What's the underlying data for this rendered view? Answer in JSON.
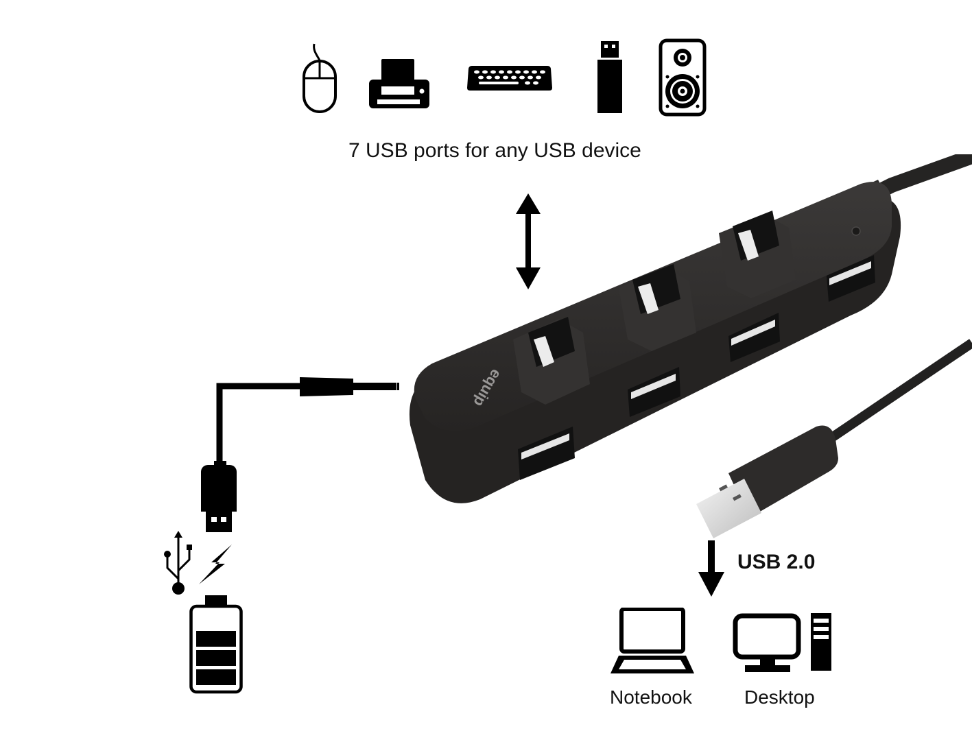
{
  "top": {
    "caption": "7 USB ports for any USB device",
    "devices": [
      {
        "name": "mouse",
        "icon": "mouse-icon"
      },
      {
        "name": "printer",
        "icon": "printer-icon"
      },
      {
        "name": "keyboard",
        "icon": "keyboard-icon"
      },
      {
        "name": "usb-flash-drive",
        "icon": "usb-flash-drive-icon"
      },
      {
        "name": "speaker",
        "icon": "speaker-icon"
      }
    ]
  },
  "hub": {
    "brand": "equip",
    "port_count": 7,
    "body_color": "#2f2d2c"
  },
  "power": {
    "icons": [
      "usb-symbol-icon",
      "lightning-icon",
      "battery-icon"
    ]
  },
  "connection": {
    "label": "USB 2.0"
  },
  "hosts": [
    {
      "label": "Notebook",
      "icon": "laptop-icon"
    },
    {
      "label": "Desktop",
      "icon": "desktop-icon"
    }
  ],
  "colors": {
    "icon": "#000000",
    "text": "#111111",
    "hub_body": "#2f2d2c",
    "hub_top": "#3a3837",
    "port_insert": "#e9e9e9",
    "background": "#ffffff"
  }
}
